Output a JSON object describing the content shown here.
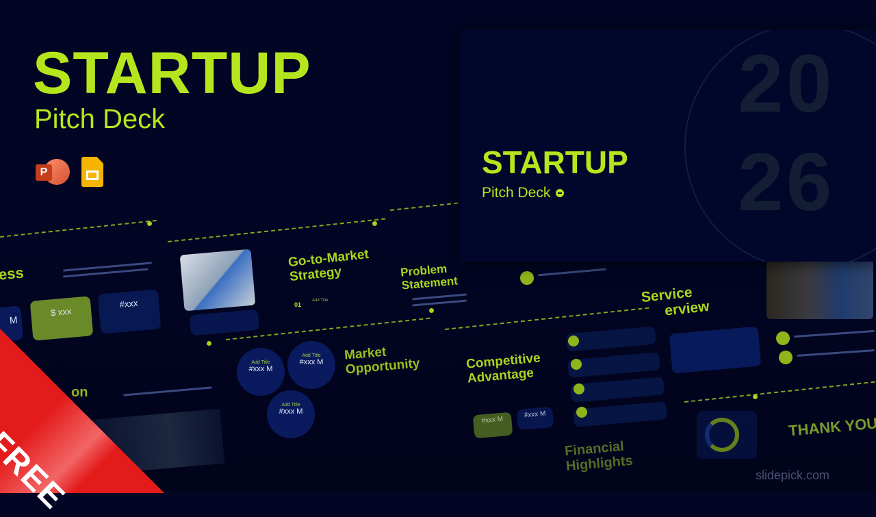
{
  "hero": {
    "title": "STARTUP",
    "subtitle": "Pitch Deck",
    "icons": [
      "powerpoint-icon",
      "google-slides-icon"
    ]
  },
  "featured_slide": {
    "title": "STARTUP",
    "subtitle": "Pitch Deck",
    "year_top": "20",
    "year_bottom": "26"
  },
  "slides": {
    "business": {
      "title_fragment": "ess",
      "card_fragment": "M",
      "card_green": "$ xxx",
      "card_blue": "#xxx"
    },
    "go_to_market": {
      "title_line1": "Go-to-Market",
      "title_line2": "Strategy",
      "step_number": "01",
      "step_title": "Add Title"
    },
    "problem": {
      "title_line1": "Problem",
      "title_line2": "Statement"
    },
    "service": {
      "title_line1": "Service",
      "title_line2": "erview"
    },
    "solution": {
      "title_fragment": "on"
    },
    "market": {
      "title_line1": "Market",
      "title_line2": "Opportunity",
      "circles": [
        {
          "label": "Add Title",
          "value": "#xxx M"
        },
        {
          "label": "Add Title",
          "value": "#xxx M"
        },
        {
          "label": "Add Title",
          "value": "#xxx M"
        }
      ]
    },
    "competitive": {
      "title_line1": "Competitive",
      "title_line2": "Advantage",
      "card_green": "#xxx M",
      "card_blue": "#xxx M"
    },
    "financial": {
      "title_line1": "Financial",
      "title_line2": "Highlights"
    },
    "thank_you": {
      "title": "THANK YOU"
    }
  },
  "badge": {
    "label": "FREE",
    "color": "#e31b1b"
  },
  "watermark": "slidepick.com",
  "colors": {
    "background": "#020523",
    "accent": "#b5e61d"
  }
}
